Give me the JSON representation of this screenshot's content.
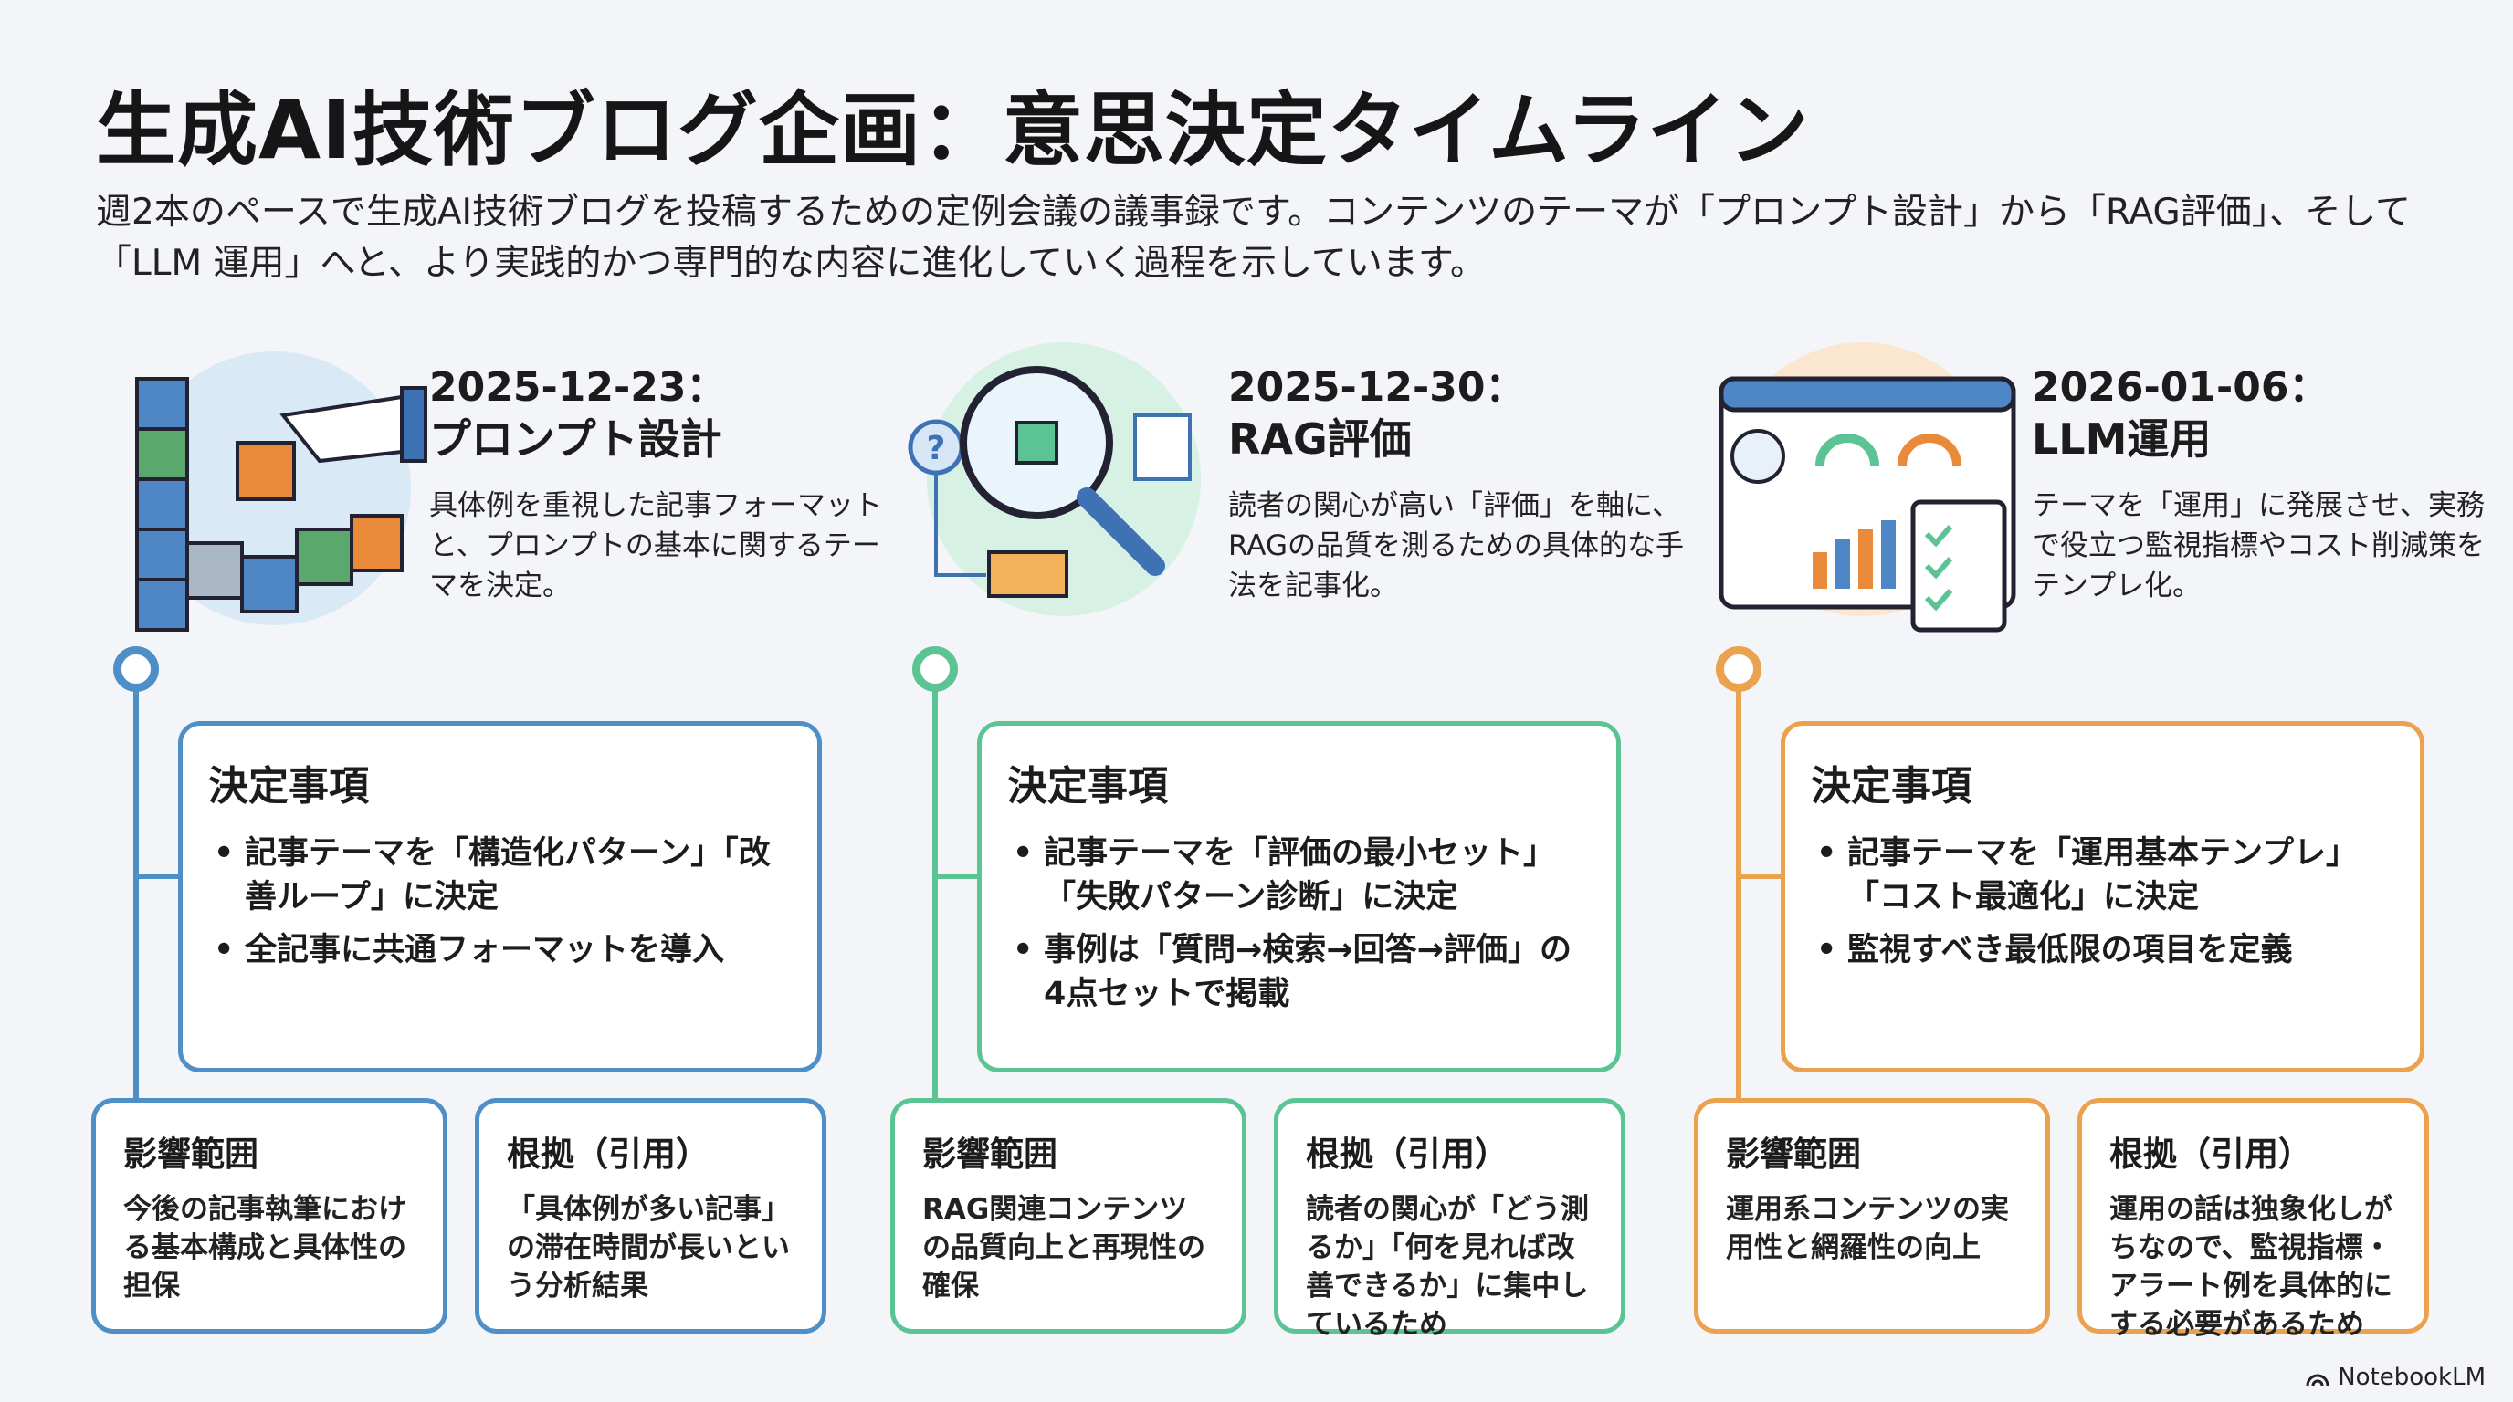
{
  "page": {
    "title": "生成AI技術ブログ企画：意思決定タイムライン",
    "intro": "週2本のペースで生成AI技術ブログを投稿するための定例会議の議事録です。コンテンツのテーマが「プロンプト設計」から「RAG評価」、そして「LLM 運用」へと、より実践的かつ専門的な内容に進化していく過程を示しています。"
  },
  "colors": {
    "blue": "#4d8fc6",
    "green": "#5cc494",
    "orange": "#eaa24e"
  },
  "timeline": [
    {
      "date": "2025-12-23：",
      "topic": "プロンプト設計",
      "description": "具体例を重視した記事フォーマットと、プロンプトの基本に関するテーマを決定。",
      "icon": "building-blocks-hand-icon",
      "decision": {
        "heading": "決定事項",
        "items": [
          "記事テーマを「構造化パターン」「改善ループ」に決定",
          "全記事に共通フォーマットを導入"
        ]
      },
      "impact": {
        "heading": "影響範囲",
        "text": "今後の記事執筆における基本構成と具体性の担保"
      },
      "basis": {
        "heading": "根拠（引用）",
        "text": "「具体例が多い記事」の滞在時間が長いという分析結果"
      }
    },
    {
      "date": "2025-12-30：",
      "topic": "RAG評価",
      "description": "読者の関心が高い「評価」を軸に、RAGの品質を測るための具体的な手法を記事化。",
      "icon": "magnifier-search-flow-icon",
      "decision": {
        "heading": "決定事項",
        "items": [
          "記事テーマを「評価の最小セット」「失敗パターン診断」に決定",
          "事例は「質問→検索→回答→評価」の4点セットで掲載"
        ]
      },
      "impact": {
        "heading": "影響範囲",
        "text": "RAG関連コンテンツの品質向上と再現性の確保"
      },
      "basis": {
        "heading": "根拠（引用）",
        "text": "読者の関心が「どう測るか」「何を見れば改善できるか」に集中しているため"
      }
    },
    {
      "date": "2026-01-06：",
      "topic": "LLM運用",
      "description": "テーマを「運用」に発展させ、実務で役立つ監視指標やコスト削減策をテンプレ化。",
      "icon": "dashboard-checklist-icon",
      "decision": {
        "heading": "決定事項",
        "items": [
          "記事テーマを「運用基本テンプレ」「コスト最適化」に決定",
          "監視すべき最低限の項目を定義"
        ]
      },
      "impact": {
        "heading": "影響範囲",
        "text": "運用系コンテンツの実用性と網羅性の向上"
      },
      "basis": {
        "heading": "根拠（引用）",
        "text": "運用の話は独象化しがちなので、監視指標・アラート例を具体的にする必要があるため"
      }
    }
  ],
  "brand": {
    "label": "NotebookLM"
  }
}
